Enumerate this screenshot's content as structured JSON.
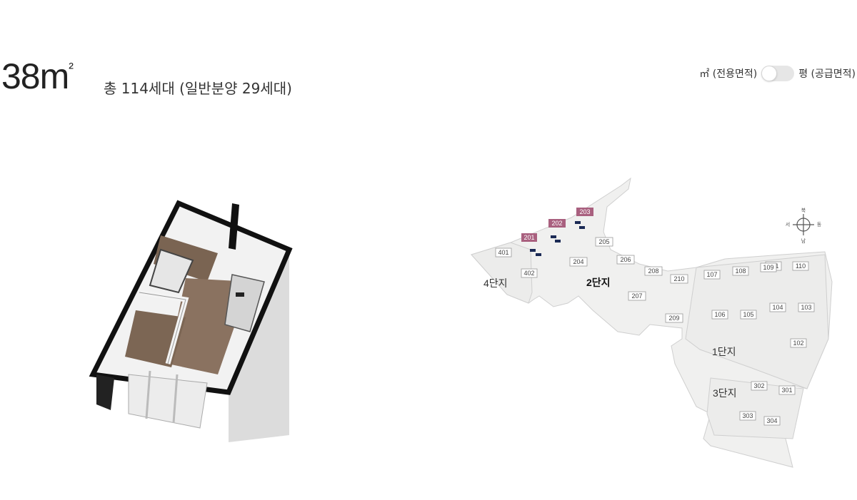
{
  "header": {
    "area_value": "38m",
    "area_unit_sup": "²",
    "units_summary": "총 114세대 (일반분양 29세대)"
  },
  "unit_toggle": {
    "left_label": "㎡ (전용면적)",
    "right_label": "평 (공급면적)"
  },
  "site_plan": {
    "compass": {
      "north": "북",
      "south": "남",
      "east": "동",
      "west": "서"
    },
    "complex_labels": [
      "1단지",
      "2단지",
      "3단지",
      "4단지"
    ],
    "highlighted_buildings": [
      "201",
      "202",
      "203"
    ],
    "buildings": [
      "101",
      "102",
      "103",
      "104",
      "105",
      "106",
      "107",
      "108",
      "109",
      "110",
      "204",
      "205",
      "206",
      "207",
      "208",
      "209",
      "210",
      "301",
      "302",
      "303",
      "304",
      "401",
      "402"
    ],
    "colors": {
      "highlight": "#a9607f",
      "land": "#f0f0ef",
      "outline": "#cfcfcf"
    }
  }
}
